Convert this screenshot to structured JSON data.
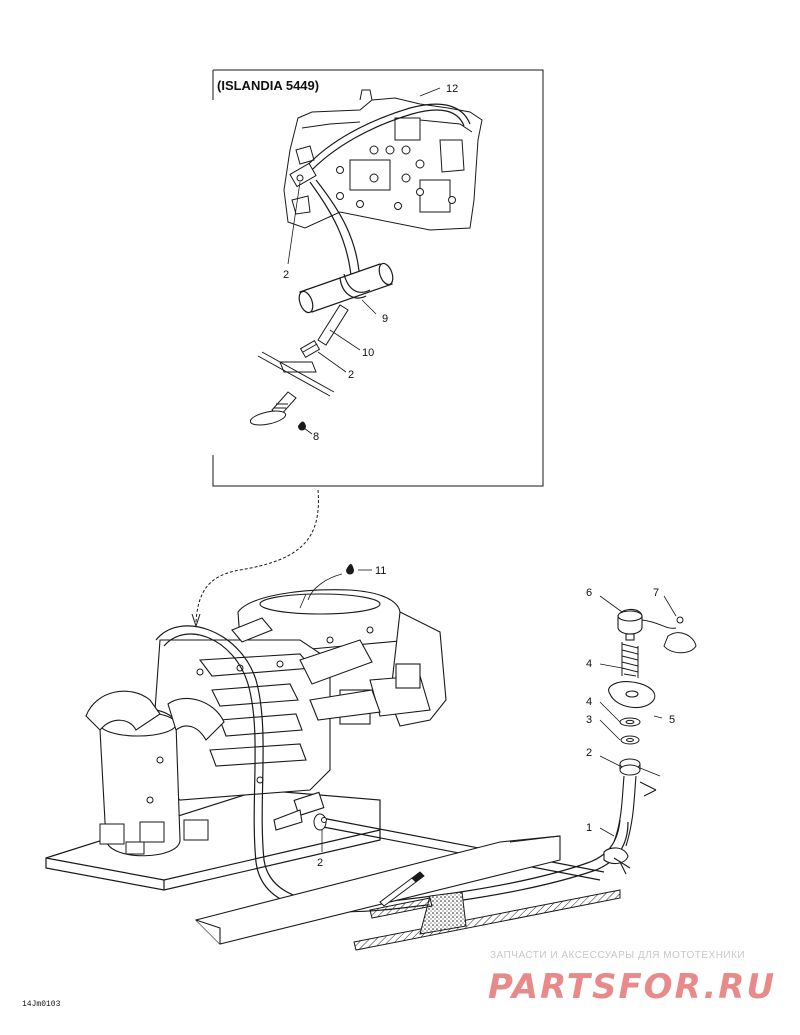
{
  "inset": {
    "title": "(ISLANDIA 5449)"
  },
  "callouts": {
    "inset_12": "12",
    "inset_2a": "2",
    "inset_9": "9",
    "inset_10": "10",
    "inset_2b": "2",
    "inset_8": "8",
    "main_11": "11",
    "main_6": "6",
    "main_7": "7",
    "main_4a": "4",
    "main_4b": "4",
    "main_5": "5",
    "main_3": "3",
    "main_2a": "2",
    "main_1": "1",
    "main_2b": "2"
  },
  "figure_code": "14Jm0103",
  "watermark": {
    "subtitle": "ЗАПЧАСТИ И АКСЕССУАРЫ ДЛЯ МОТОТЕХНИКИ",
    "brand": "PARTSFOR.RU"
  },
  "colors": {
    "line": "#1a1a1a",
    "watermark_main": "#e88a8a",
    "watermark_sub": "#c7c7c7"
  }
}
